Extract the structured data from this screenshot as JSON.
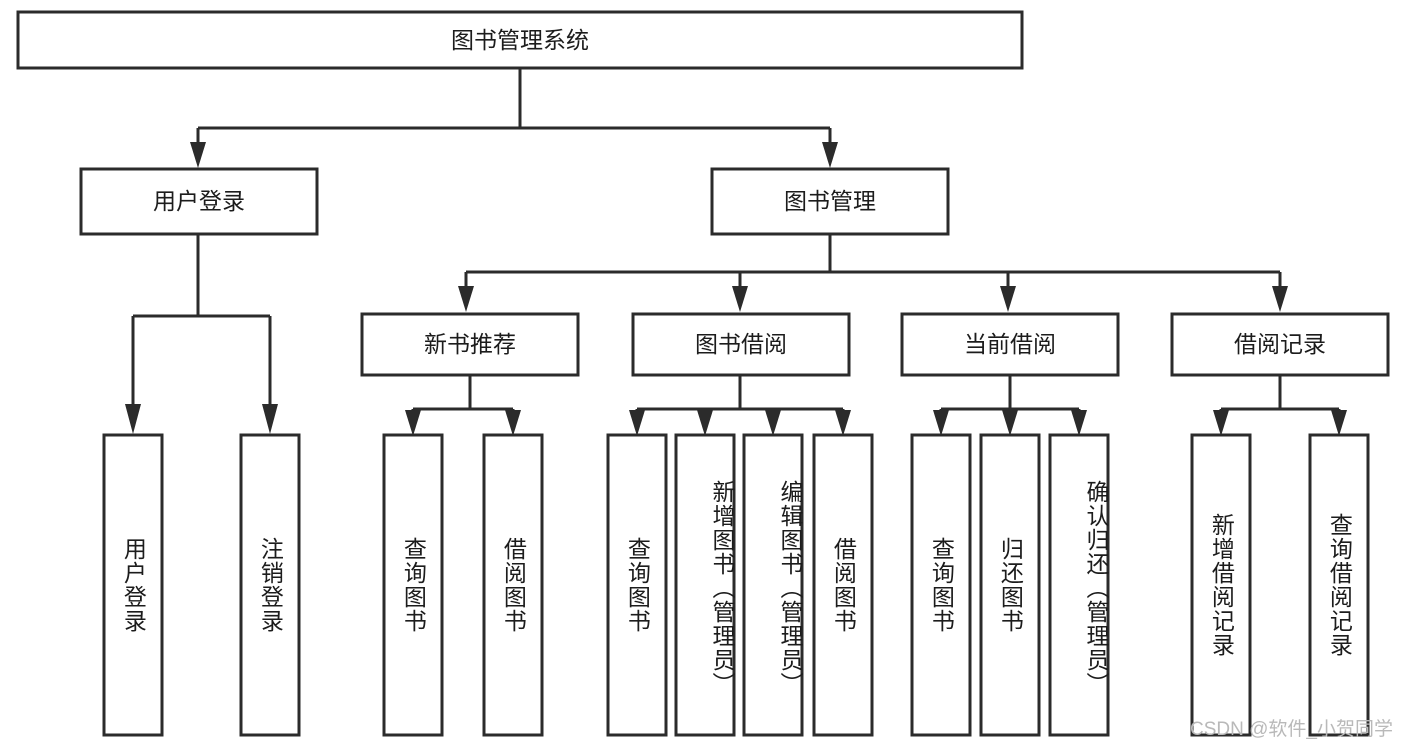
{
  "diagram": {
    "title": "图书管理系统",
    "type": "tree",
    "orientation": "top-down",
    "colors": {
      "box_stroke": "#2b2b2b",
      "box_fill": "#ffffff",
      "connector": "#2b2b2b",
      "text": "#1c1c1c",
      "watermark": "#b9b9b9",
      "background": "#ffffff"
    },
    "levels": {
      "root": {
        "label": "图书管理系统"
      },
      "level2": [
        {
          "label": "用户登录"
        },
        {
          "label": "图书管理"
        }
      ],
      "level3": [
        {
          "label": "新书推荐"
        },
        {
          "label": "图书借阅"
        },
        {
          "label": "当前借阅"
        },
        {
          "label": "借阅记录"
        }
      ],
      "leaves": [
        {
          "label": "用户登录",
          "parent": "用户登录"
        },
        {
          "label": "注销登录",
          "parent": "用户登录"
        },
        {
          "label": "查询图书",
          "parent": "新书推荐"
        },
        {
          "label": "借阅图书",
          "parent": "新书推荐"
        },
        {
          "label": "查询图书",
          "parent": "图书借阅"
        },
        {
          "label": "新增图书（管理员）",
          "parent": "图书借阅"
        },
        {
          "label": "编辑图书（管理员）",
          "parent": "图书借阅"
        },
        {
          "label": "借阅图书",
          "parent": "图书借阅"
        },
        {
          "label": "查询图书",
          "parent": "当前借阅"
        },
        {
          "label": "归还图书",
          "parent": "当前借阅"
        },
        {
          "label": "确认归还（管理员）",
          "parent": "当前借阅"
        },
        {
          "label": "新增借阅记录",
          "parent": "借阅记录"
        },
        {
          "label": "查询借阅记录",
          "parent": "借阅记录"
        }
      ]
    }
  },
  "watermark": {
    "text": "CSDN @软件_小贺同学"
  }
}
